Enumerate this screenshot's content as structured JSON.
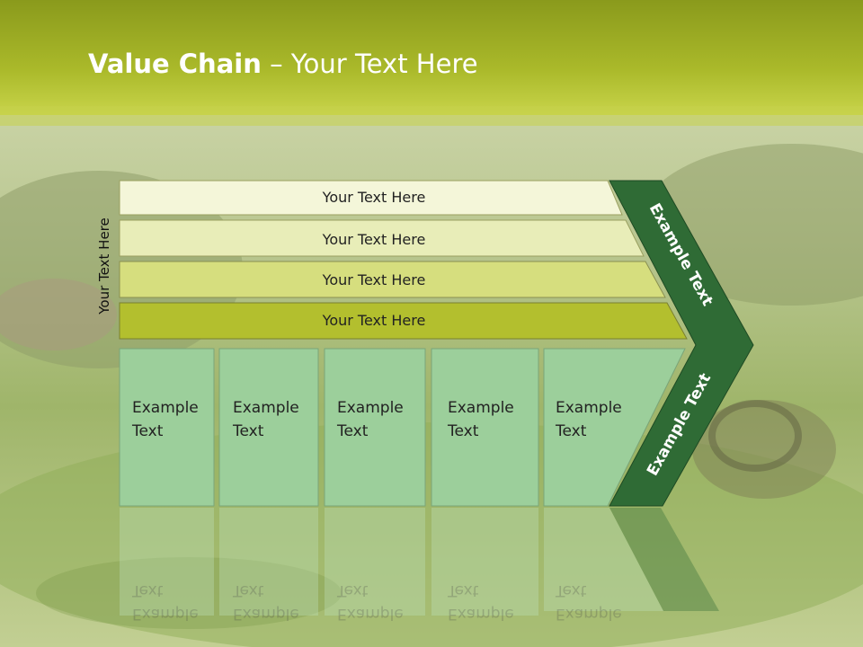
{
  "title": {
    "bold": "Value Chain",
    "rest": " – Your Text Here"
  },
  "side_label": "Your Text Here",
  "bars": [
    {
      "label": "Your Text Here",
      "fill": "#f4f6d9"
    },
    {
      "label": "Your Text Here",
      "fill": "#e8edb8"
    },
    {
      "label": "Your Text Here",
      "fill": "#d6de7e"
    },
    {
      "label": "Your Text Here",
      "fill": "#b3bf2e"
    }
  ],
  "boxes": [
    {
      "line1": "Example",
      "line2": "Text"
    },
    {
      "line1": "Example",
      "line2": "Text"
    },
    {
      "line1": "Example",
      "line2": "Text"
    },
    {
      "line1": "Example",
      "line2": "Text"
    },
    {
      "line1": "Example",
      "line2": "Text"
    }
  ],
  "chevron": {
    "top": "Example Text",
    "bottom": "Example Text"
  },
  "colors": {
    "box": "#9ccf9b",
    "chevron": "#2f6b35",
    "header": "#a8b820"
  }
}
